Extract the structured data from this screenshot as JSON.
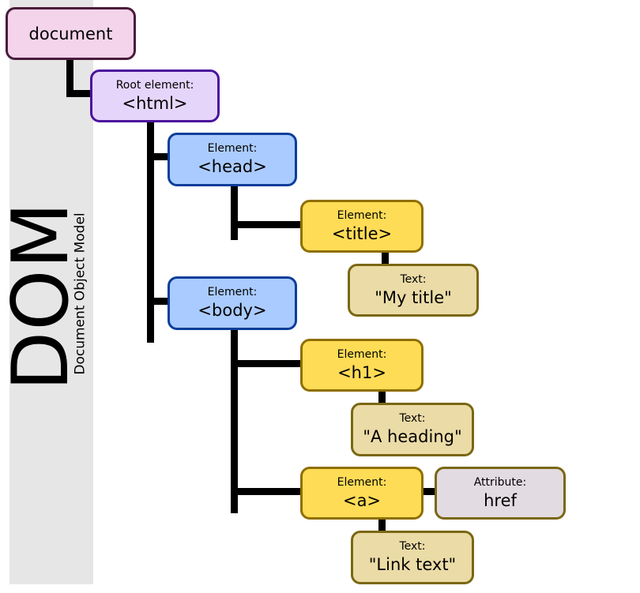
{
  "sidebar": {
    "big_title": "DOM",
    "subtitle": "Document Object Model"
  },
  "colors": {
    "document": "#f4d4ea",
    "root": "#e6d5fb",
    "element": "#aacbff",
    "leaf_element": "#ffdc56",
    "text": "#ebdba6",
    "attribute": "#e3dbe2",
    "connector": "#000000"
  },
  "nodes": {
    "document": {
      "tag": "document"
    },
    "html": {
      "label": "Root element:",
      "tag": "<html>"
    },
    "head": {
      "label": "Element:",
      "tag": "<head>"
    },
    "title": {
      "label": "Element:",
      "tag": "<title>"
    },
    "title_text": {
      "label": "Text:",
      "tag": "\"My title\""
    },
    "body": {
      "label": "Element:",
      "tag": "<body>"
    },
    "h1": {
      "label": "Element:",
      "tag": "<h1>"
    },
    "h1_text": {
      "label": "Text:",
      "tag": "\"A heading\""
    },
    "a": {
      "label": "Element:",
      "tag": "<a>"
    },
    "a_attr": {
      "label": "Attribute:",
      "tag": "href"
    },
    "a_text": {
      "label": "Text:",
      "tag": "\"Link text\""
    }
  }
}
